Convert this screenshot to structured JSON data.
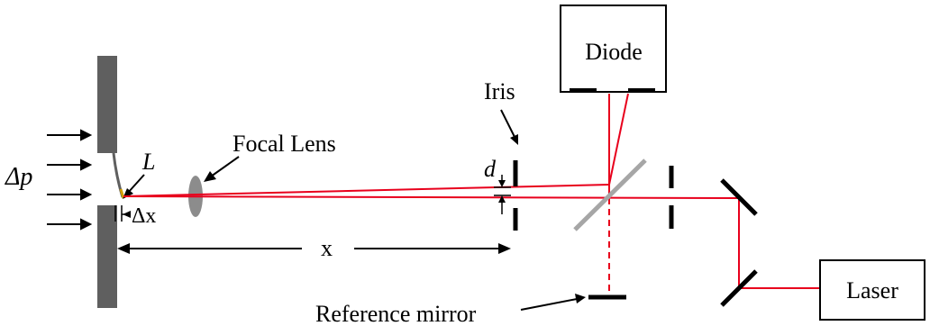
{
  "labels": {
    "diode": "Diode",
    "laser": "Laser",
    "iris": "Iris",
    "focal_lens": "Focal Lens",
    "reference_mirror": "Reference mirror",
    "length_L": "L",
    "gap_d": "d",
    "pressure_delta": "Δp",
    "deflection_delta_x": "Δx",
    "distance_x": "x"
  },
  "colors": {
    "beam": "#e8001c",
    "wall": "#5f5f5f",
    "beamsplitter": "#a6a6a6",
    "lens": "#8c8c8c",
    "ink": "#000000"
  }
}
